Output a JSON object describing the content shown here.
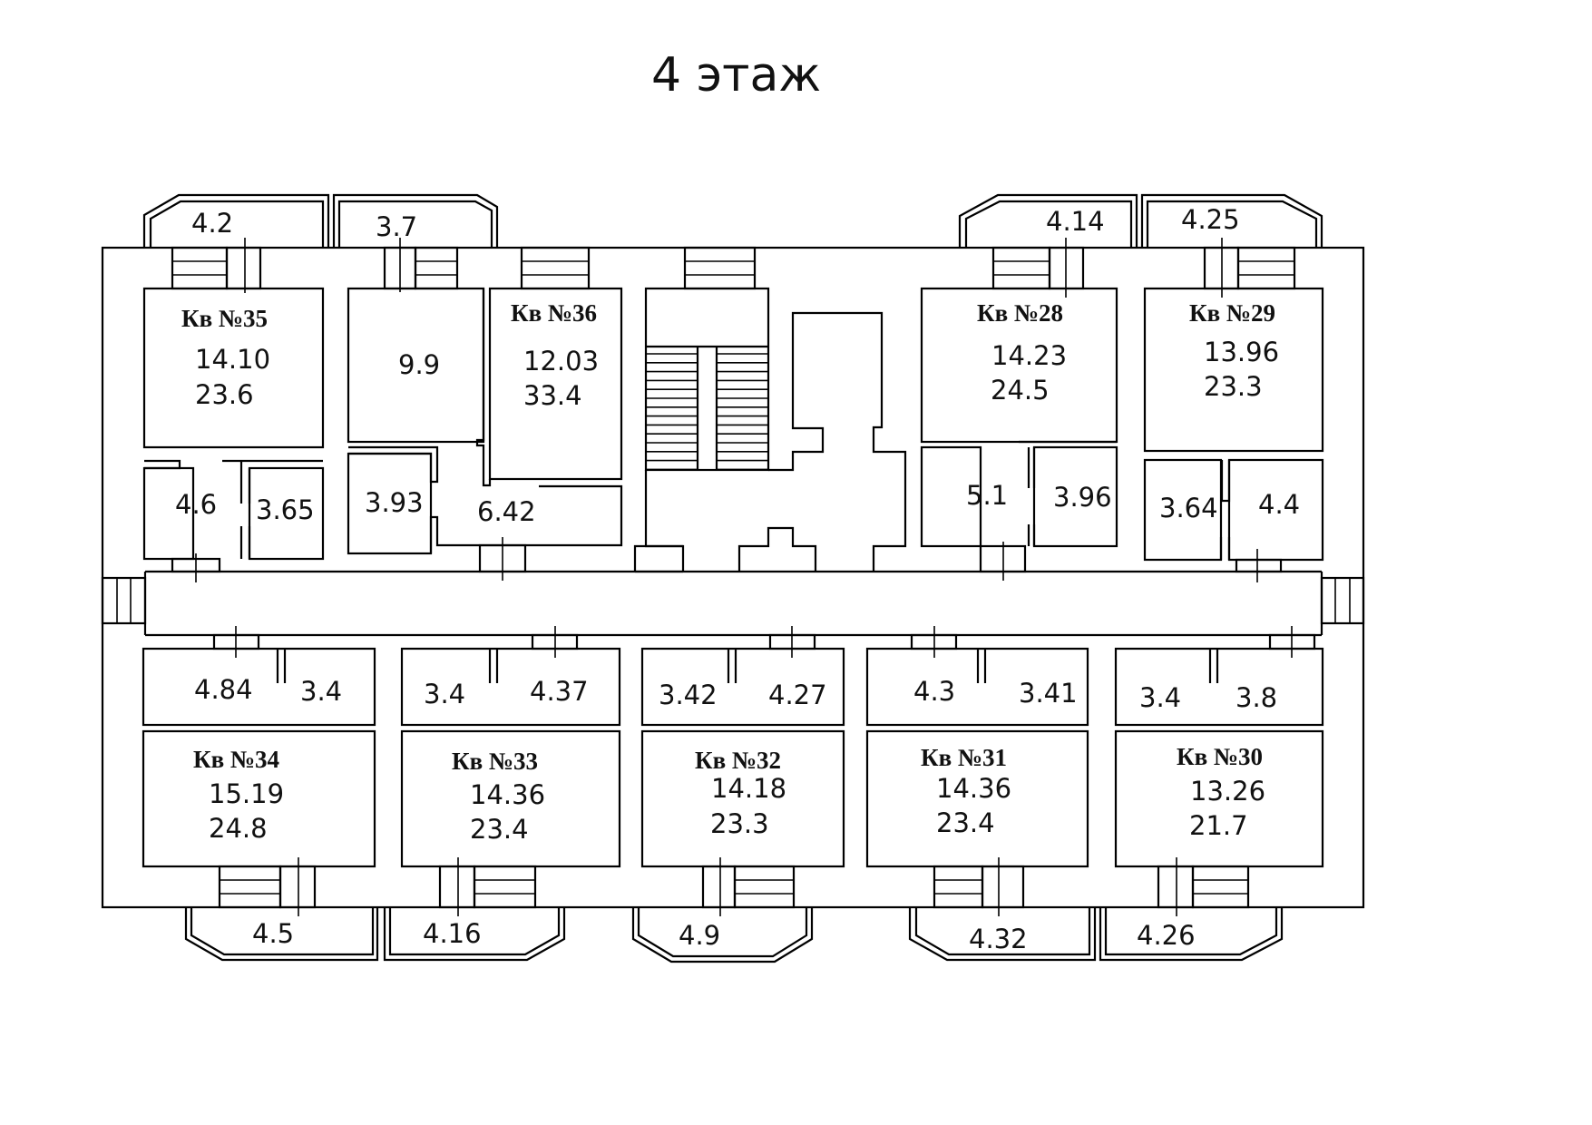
{
  "title": "4 этаж",
  "apartments": [
    {
      "label": "Кв №35",
      "living": "14.10",
      "total": "23.6",
      "rooms": [
        "4.6",
        "3.65"
      ],
      "balcony": "4.2"
    },
    {
      "label": "Кв №36",
      "living": "12.03",
      "total": "33.4",
      "rooms": [
        "9.9",
        "3.93",
        "6.42"
      ],
      "balcony": "3.7"
    },
    {
      "label": "Кв №28",
      "living": "14.23",
      "total": "24.5",
      "rooms": [
        "5.1",
        "3.96"
      ],
      "balcony": "4.14"
    },
    {
      "label": "Кв №29",
      "living": "13.96",
      "total": "23.3",
      "rooms": [
        "3.64",
        "4.4"
      ],
      "balcony": "4.25"
    },
    {
      "label": "Кв №34",
      "living": "15.19",
      "total": "24.8",
      "rooms": [
        "4.84",
        "3.4"
      ],
      "balcony": "4.5"
    },
    {
      "label": "Кв №33",
      "living": "14.36",
      "total": "23.4",
      "rooms": [
        "3.4",
        "4.37"
      ],
      "balcony": "4.16"
    },
    {
      "label": "Кв №32",
      "living": "14.18",
      "total": "23.3",
      "rooms": [
        "3.42",
        "4.27"
      ],
      "balcony": "4.9"
    },
    {
      "label": "Кв №31",
      "living": "14.36",
      "total": "23.4",
      "rooms": [
        "4.3",
        "3.41"
      ],
      "balcony": "4.32"
    },
    {
      "label": "Кв №30",
      "living": "13.26",
      "total": "21.7",
      "rooms": [
        "3.4",
        "3.8"
      ],
      "balcony": "4.26"
    }
  ]
}
